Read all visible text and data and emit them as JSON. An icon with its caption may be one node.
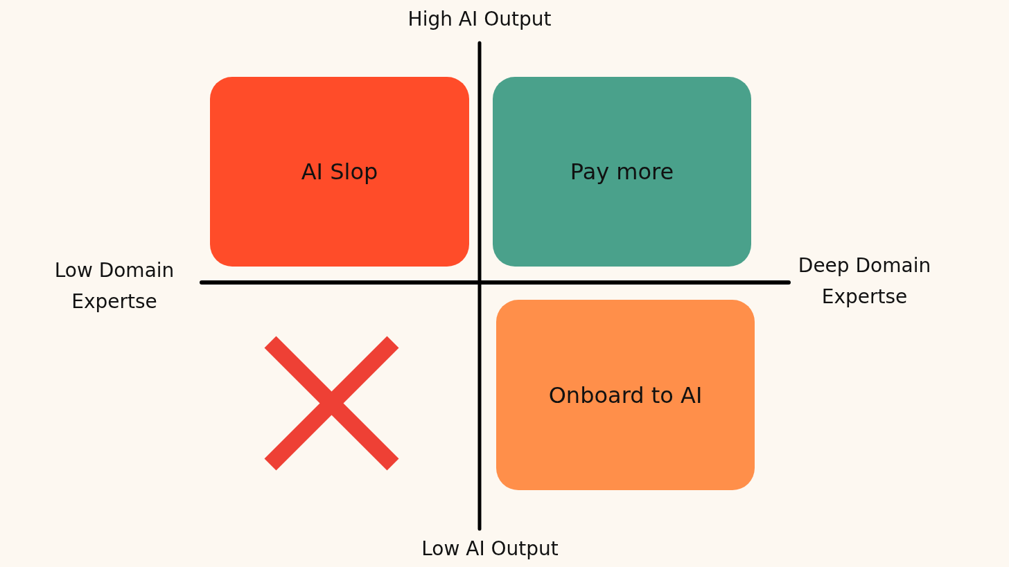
{
  "diagram": {
    "nodes": [
      {
        "text": [
          "AI Slop"
        ]
      },
      {
        "text": [
          "Pay more"
        ]
      },
      {
        "text": [
          "Onboard to AI"
        ]
      }
    ],
    "labels": [
      "High AI Output",
      "Low Domain Expertse",
      "Deep Domain Expertse",
      "Low AI Output"
    ]
  }
}
